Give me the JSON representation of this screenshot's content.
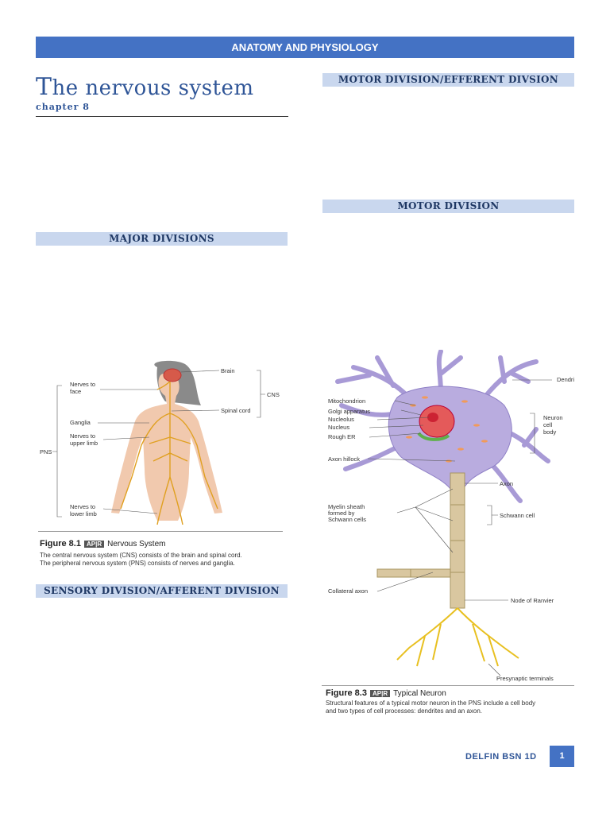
{
  "header": {
    "banner": "ANATOMY AND PHYSIOLOGY"
  },
  "title": {
    "first_letter": "T",
    "rest": "he nervous system"
  },
  "chapter": "chapter 8",
  "sections": {
    "major": "MAJOR DIVISIONS",
    "sensory": "SENSORY DIVISION/AFFERENT DIVISION",
    "motor_efferent": "MOTOR DIVISION/EFFERENT DIVSION",
    "motor": "MOTOR DIVISION"
  },
  "figure1": {
    "labels": {
      "brain": "Brain",
      "cns": "CNS",
      "spinal_cord": "Spinal cord",
      "nerves_face_1": "Nerves to",
      "nerves_face_2": "face",
      "ganglia": "Ganglia",
      "nerves_upper_1": "Nerves to",
      "nerves_upper_2": "upper limb",
      "pns": "PNS",
      "nerves_lower_1": "Nerves to",
      "nerves_lower_2": "lower limb"
    },
    "caption_number": "Figure 8.1",
    "caption_badge": "AP|R",
    "caption_name": "Nervous System",
    "caption_line1": "The central nervous system (CNS) consists of the brain and spinal cord.",
    "caption_line2": "The peripheral nervous system (PNS) consists of nerves and ganglia."
  },
  "figure3": {
    "labels": {
      "dendrites": "Dendrites",
      "mitochondrion": "Mitochondrion",
      "golgi": "Golgi apparatus",
      "nucleolus": "Nucleolus",
      "nucleus": "Nucleus",
      "rough_er": "Rough ER",
      "neuron_1": "Neuron",
      "neuron_2": "cell",
      "neuron_3": "body",
      "axon_hillock": "Axon hillock",
      "axon": "Axon",
      "myelin_1": "Myelin sheath",
      "myelin_2": "formed by",
      "myelin_3": "Schwann cells",
      "schwann": "Schwann cell",
      "collateral": "Collateral axon",
      "node": "Node of Ranvier",
      "presynaptic": "Presynaptic terminals"
    },
    "caption_number": "Figure 8.3",
    "caption_badge": "AP|R",
    "caption_name": "Typical Neuron",
    "caption_line1": "Structural features of a typical motor neuron in the PNS include a cell body",
    "caption_line2": "and two types of cell processes: dendrites and an axon."
  },
  "footer": {
    "author": "DELFIN BSN 1D",
    "page": "1"
  },
  "colors": {
    "banner": "#4472c4",
    "section_bg": "#c9d7ee",
    "title": "#2f5597"
  }
}
